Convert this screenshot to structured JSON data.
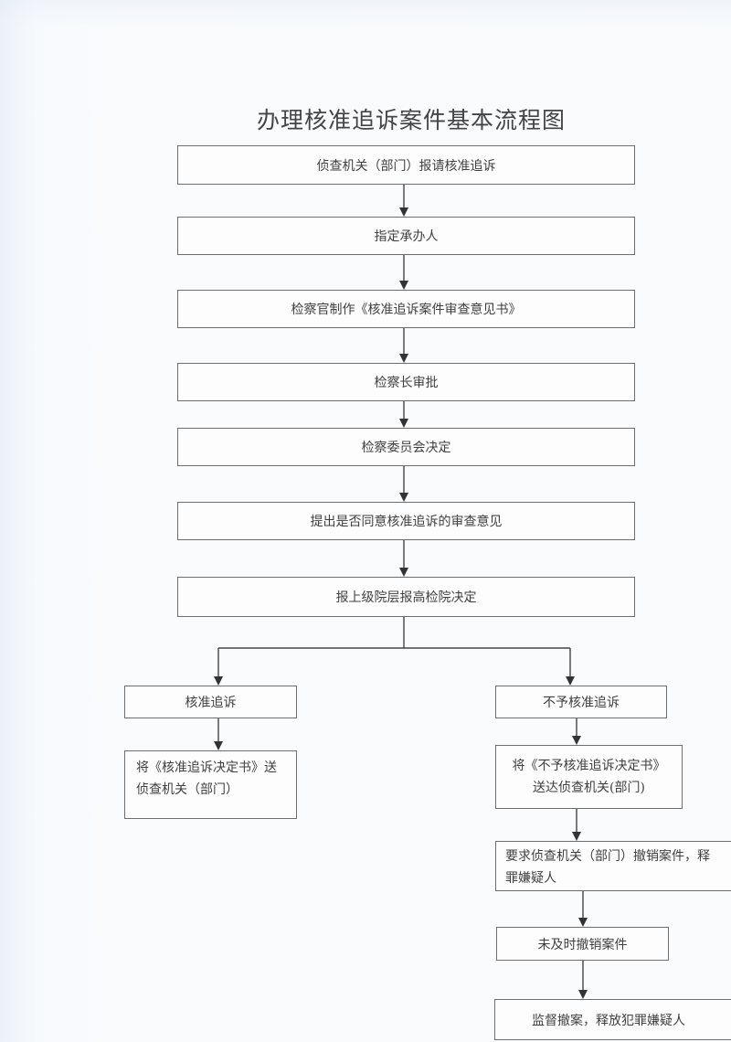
{
  "title": "办理核准追诉案件基本流程图",
  "steps": {
    "s1": "侦查机关（部门）报请核准追诉",
    "s2": "指定承办人",
    "s3": "检察官制作《核准追诉案件审查意见书》",
    "s4": "检察长审批",
    "s5": "检察委员会决定",
    "s6": "提出是否同意核准追诉的审查意见",
    "s7": "报上级院层报高检院决定"
  },
  "branch_approve": {
    "decision": "核准追诉",
    "action_line1": "将《核准追诉决定书》送",
    "action_line2": "侦查机关（部门）"
  },
  "branch_reject": {
    "decision": "不予核准追诉",
    "action_line1": "将《不予核准追诉决定书》",
    "action_line2": "送达侦查机关(部门)",
    "request_line1": "要求侦查机关（部门）撤销案件，释",
    "request_line2": "罪嫌疑人",
    "not_revoked": "未及时撤销案件",
    "supervise": "监督撤案，释放犯罪嫌疑人"
  }
}
